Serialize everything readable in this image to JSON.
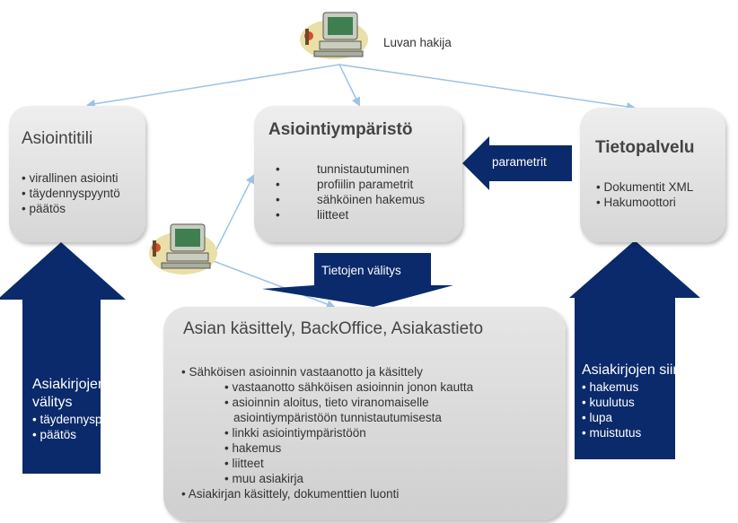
{
  "applicant": {
    "label": "Luvan hakija",
    "icon": "computer-user-icon"
  },
  "asiointitili": {
    "title": "Asiointitili",
    "items": [
      "• virallinen asiointi",
      "• täydennyspyyntö",
      "• päätös"
    ]
  },
  "asiointiymparisto": {
    "title": "Asiointiympäristö",
    "bullets": [
      "•",
      "•",
      "•",
      "•"
    ],
    "items": [
      "tunnistautuminen",
      "profiilin parametrit",
      "sähköinen hakemus",
      "liitteet"
    ]
  },
  "tietopalvelu": {
    "title": "Tietopalvelu",
    "items": [
      "• Dokumentit XML",
      "• Hakumoottori"
    ]
  },
  "parametrit_label": "parametrit",
  "tietojen_valitys_label": "Tietojen välitys",
  "backoffice": {
    "title": "Asian käsittely, BackOffice, Asiakastieto",
    "main1": "• Sähköisen asioinnin vastaanotto ja käsittely",
    "sub": [
      "• vastaanotto sähköisen asioinnin jonon kautta",
      "• asioinnin aloitus, tieto viranomaiselle",
      "asiointiympäristöön tunnistautumisesta",
      "• linkki asiointiympäristöön",
      "• hakemus",
      "• liitteet",
      "• muu asiakirja"
    ],
    "main2": "• Asiakirjan käsittely, dokumenttien luonti"
  },
  "left_arrow": {
    "title": "Asiakirjojen välitys",
    "items": [
      "• täydennyspyyntö",
      "• päätös"
    ]
  },
  "right_arrow": {
    "title": "Asiakirjojen siirto",
    "items": [
      "• hakemus",
      "• kuulutus",
      "• lupa",
      "• muistutus"
    ]
  },
  "colors": {
    "navy": "#0a2a6b",
    "connector": "#9cc3e6",
    "box_top": "#eeeeee",
    "box_bottom": "#d6d6d6"
  }
}
